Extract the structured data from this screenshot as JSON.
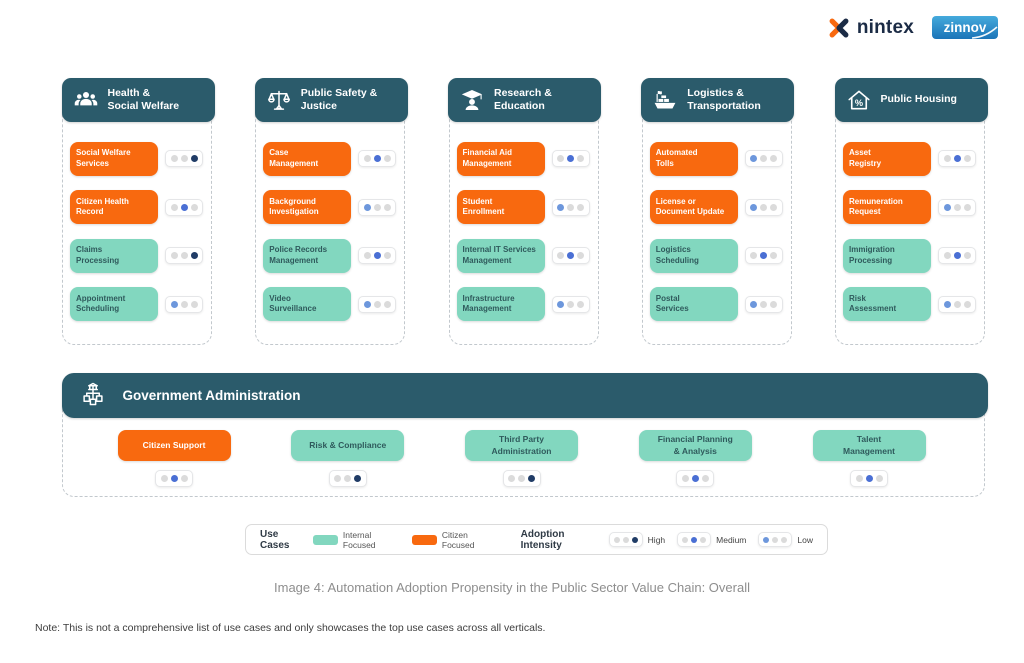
{
  "header": {
    "nintex_logo_text": "nintex",
    "zinnov_logo_text": "zinnov"
  },
  "columns": [
    {
      "title": "Health &\nSocial Welfare",
      "icon": "people-group-icon",
      "cards": [
        {
          "label": "Social Welfare\nServices",
          "focus": "citizen",
          "intensity": "High"
        },
        {
          "label": "Citizen Health\nRecord",
          "focus": "citizen",
          "intensity": "Medium"
        },
        {
          "label": "Claims\nProcessing",
          "focus": "internal",
          "intensity": "High"
        },
        {
          "label": "Appointment\nScheduling",
          "focus": "internal",
          "intensity": "Low"
        }
      ]
    },
    {
      "title": "Public Safety &\nJustice",
      "icon": "scales-icon",
      "cards": [
        {
          "label": "Case\nManagement",
          "focus": "citizen",
          "intensity": "Medium"
        },
        {
          "label": "Background\nInvestigation",
          "focus": "citizen",
          "intensity": "Low"
        },
        {
          "label": "Police Records\nManagement",
          "focus": "internal",
          "intensity": "Medium"
        },
        {
          "label": "Video\nSurveillance",
          "focus": "internal",
          "intensity": "Low"
        }
      ]
    },
    {
      "title": "Research &\nEducation",
      "icon": "graduate-icon",
      "cards": [
        {
          "label": "Financial Aid\nManagement",
          "focus": "citizen",
          "intensity": "Medium"
        },
        {
          "label": "Student\nEnrollment",
          "focus": "citizen",
          "intensity": "Low"
        },
        {
          "label": "Internal IT Services\nManagement",
          "focus": "internal",
          "intensity": "Medium"
        },
        {
          "label": "Infrastructure\nManagement",
          "focus": "internal",
          "intensity": "Low"
        }
      ]
    },
    {
      "title": "Logistics &\nTransportation",
      "icon": "ship-icon",
      "cards": [
        {
          "label": "Automated\nTolls",
          "focus": "citizen",
          "intensity": "Low"
        },
        {
          "label": "License or\nDocument Update",
          "focus": "citizen",
          "intensity": "Low"
        },
        {
          "label": "Logistics\nScheduling",
          "focus": "internal",
          "intensity": "Medium"
        },
        {
          "label": "Postal\nServices",
          "focus": "internal",
          "intensity": "Low"
        }
      ]
    },
    {
      "title": "Public Housing",
      "icon": "house-percent-icon",
      "cards": [
        {
          "label": "Asset\nRegistry",
          "focus": "citizen",
          "intensity": "Medium"
        },
        {
          "label": "Remuneration\nRequest",
          "focus": "citizen",
          "intensity": "Low"
        },
        {
          "label": "Immigration\nProcessing",
          "focus": "internal",
          "intensity": "Medium"
        },
        {
          "label": "Risk\nAssessment",
          "focus": "internal",
          "intensity": "Low"
        }
      ]
    }
  ],
  "government": {
    "title": "Government Administration",
    "icon": "org-building-icon",
    "cards": [
      {
        "label": "Citizen Support",
        "focus": "citizen",
        "intensity": "Medium"
      },
      {
        "label": "Risk & Compliance",
        "focus": "internal",
        "intensity": "High"
      },
      {
        "label": "Third Party\nAdministration",
        "focus": "internal",
        "intensity": "High"
      },
      {
        "label": "Financial Planning\n& Analysis",
        "focus": "internal",
        "intensity": "Medium"
      },
      {
        "label": "Talent\nManagement",
        "focus": "internal",
        "intensity": "Medium"
      }
    ]
  },
  "legend": {
    "use_cases_label": "Use Cases",
    "internal_focused_label": "Internal Focused",
    "citizen_focused_label": "Citizen Focused",
    "adoption_intensity_label": "Adoption Intensity",
    "levels": [
      {
        "label": "High",
        "intensity": "High"
      },
      {
        "label": "Medium",
        "intensity": "Medium"
      },
      {
        "label": "Low",
        "intensity": "Low"
      }
    ]
  },
  "caption": "Image 4: Automation Adoption Propensity in the Public Sector Value Chain: Overall",
  "note": "Note: This is not a comprehensive list of use cases and only showcases the top use cases across all verticals.",
  "colors": {
    "header_teal": "#2B5B6B",
    "citizen_orange": "#F8690F",
    "internal_teal": "#82D7BF",
    "dot_high": "#203C66",
    "dot_medium": "#4A6FD4",
    "dot_low": "#6D97DC",
    "dot_inactive": "#DBDBDB"
  }
}
